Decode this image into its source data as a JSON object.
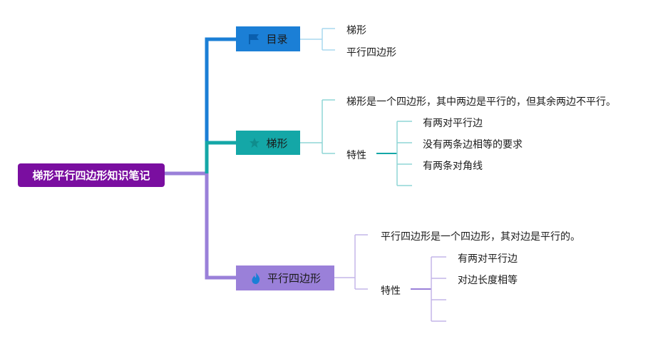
{
  "root": {
    "label": "梯形平行四边形知识笔记"
  },
  "branches": [
    {
      "label": "目录",
      "icon": "flag-icon",
      "color": "#1b7fd6",
      "children": [
        "梯形",
        "平行四边形"
      ]
    },
    {
      "label": "梯形",
      "icon": "star-icon",
      "color": "#14a7a7",
      "definition": "梯形是一个四边形，其中两边是平行的，但其余两边不平行。",
      "feature_label": "特性",
      "features": [
        "有两对平行边",
        "没有两条边相等的要求",
        "有两条对角线",
        ""
      ]
    },
    {
      "label": "平行四边形",
      "icon": "flame-icon",
      "color": "#9a80d9",
      "definition": "平行四边形是一个四边形，其对边是平行的。",
      "feature_label": "特性",
      "features": [
        "有两对平行边",
        "对边长度相等",
        "",
        ""
      ]
    }
  ],
  "colors": {
    "root": "#7a0ea0",
    "root_line": "#9a80d9",
    "toc_line": "#a9d8ef",
    "trap_line": "#8fd6d6",
    "para_line": "#c4b5e8"
  }
}
